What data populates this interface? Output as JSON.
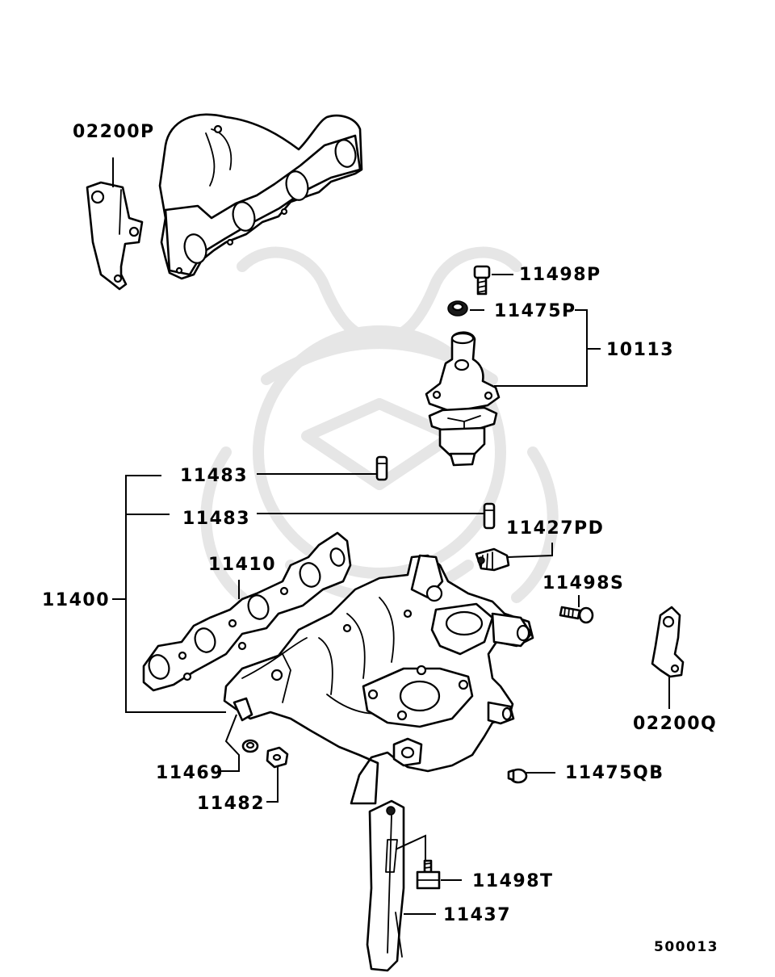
{
  "labels": {
    "p02200P": "02200P",
    "p11498P": "11498P",
    "p11475P": "11475P",
    "p10113": "10113",
    "p11483a": "11483",
    "p11483b": "11483",
    "p11427PD": "11427PD",
    "p11410": "11410",
    "p11400": "11400",
    "p11498S": "11498S",
    "p02200Q": "02200Q",
    "p11469": "11469",
    "p11482": "11482",
    "p11475QB": "11475QB",
    "p11498T": "11498T",
    "p11437": "11437"
  },
  "diagram_code": "500013"
}
